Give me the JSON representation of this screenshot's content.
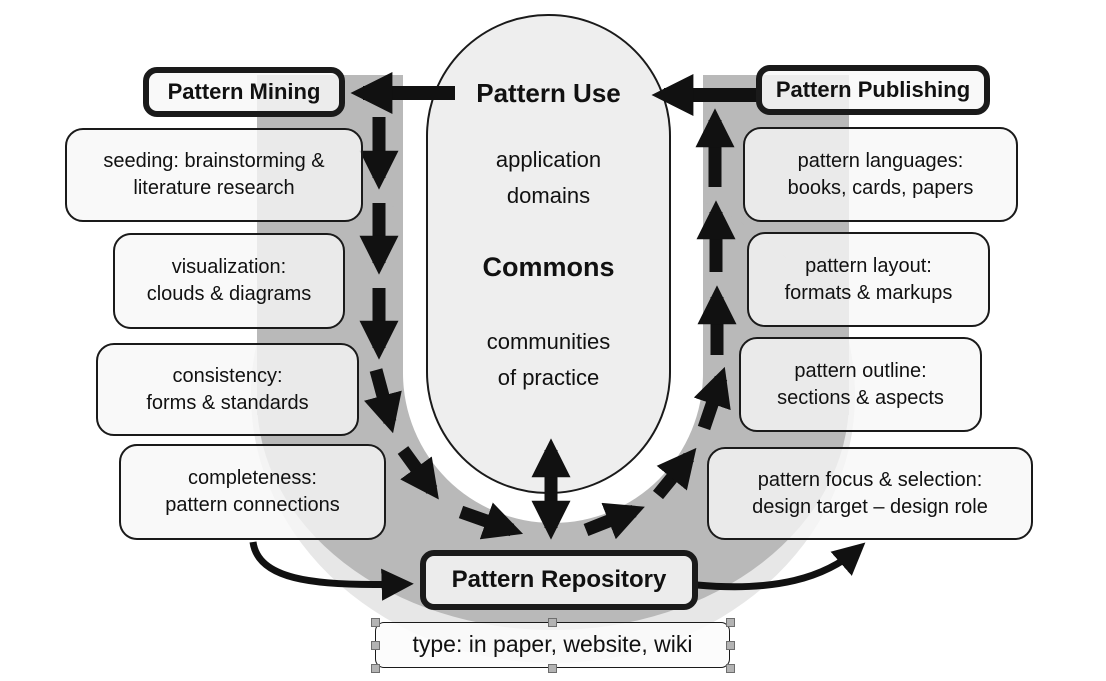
{
  "diagram": {
    "hub": {
      "title": "Pattern Use",
      "domains": "application\ndomains",
      "center": "Commons",
      "communities": "communities\nof practice"
    },
    "nodes": {
      "mining": "Pattern Mining",
      "publishing": "Pattern Publishing",
      "repository": "Pattern Repository",
      "type_note": "type: in paper, website, wiki"
    },
    "mining_steps": [
      {
        "label": "seeding: brainstorming &\nliterature research"
      },
      {
        "label": "visualization:\nclouds & diagrams"
      },
      {
        "label": "consistency:\nforms & standards"
      },
      {
        "label": "completeness:\npattern connections"
      }
    ],
    "publishing_steps": [
      {
        "label": "pattern languages:\nbooks, cards, papers"
      },
      {
        "label": "pattern layout:\nformats & markups"
      },
      {
        "label": "pattern outline:\nsections & aspects"
      },
      {
        "label": "pattern focus & selection:\ndesign target – design role"
      }
    ],
    "colors": {
      "band_gray": "#b9b9b9",
      "halo_gray": "#e7e7e7",
      "hub_fill": "#eeeeee",
      "arrow_black": "#111111",
      "box_border": "#1a1a1a"
    }
  }
}
